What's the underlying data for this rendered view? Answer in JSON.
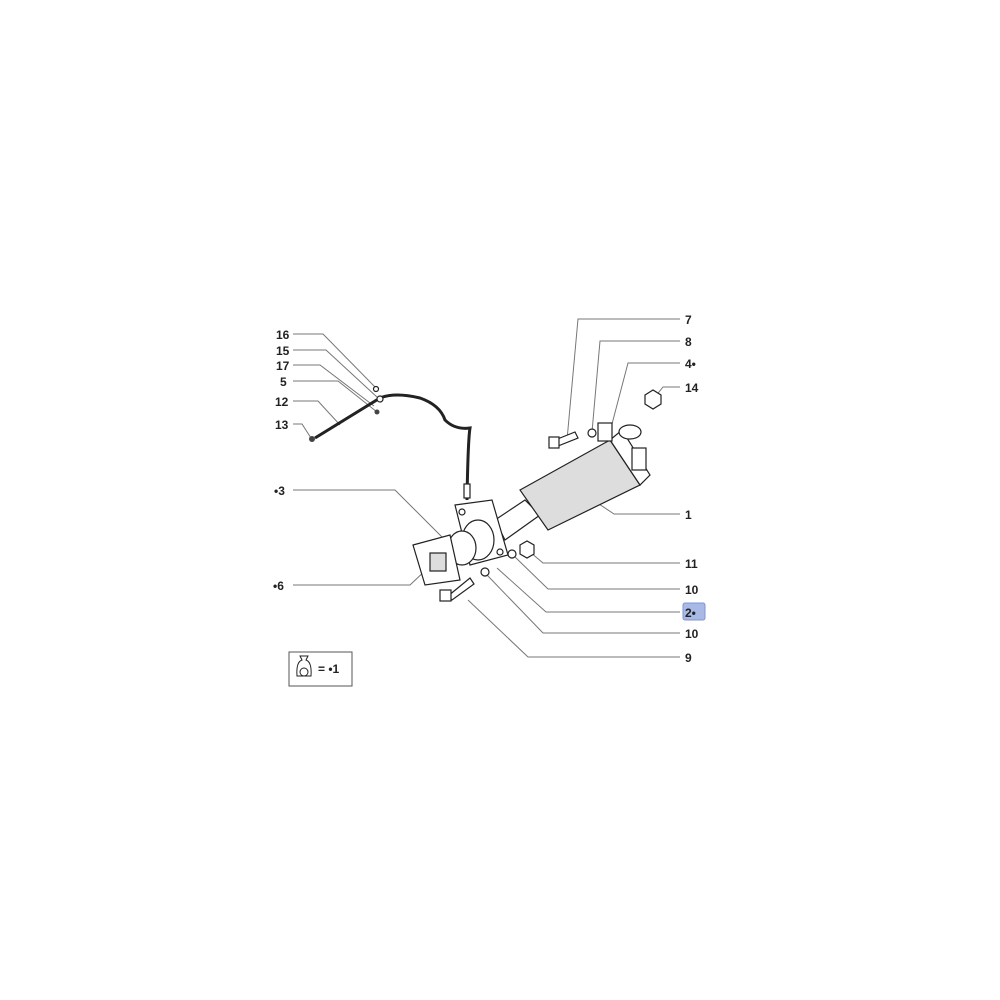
{
  "diagram": {
    "callouts": [
      {
        "id": "c16",
        "text": "16"
      },
      {
        "id": "c15",
        "text": "15"
      },
      {
        "id": "c17",
        "text": "17"
      },
      {
        "id": "c5",
        "text": "5"
      },
      {
        "id": "c12",
        "text": "12"
      },
      {
        "id": "c13",
        "text": "13"
      },
      {
        "id": "c3",
        "text": "•3"
      },
      {
        "id": "c6",
        "text": "•6"
      },
      {
        "id": "c7",
        "text": "7"
      },
      {
        "id": "c8",
        "text": "8"
      },
      {
        "id": "c4",
        "text": "4•"
      },
      {
        "id": "c14",
        "text": "14"
      },
      {
        "id": "c1",
        "text": "1"
      },
      {
        "id": "c11",
        "text": "11"
      },
      {
        "id": "c10a",
        "text": "10"
      },
      {
        "id": "c2",
        "text": "2•",
        "highlighted": true
      },
      {
        "id": "c10b",
        "text": "10"
      },
      {
        "id": "c9",
        "text": "9"
      }
    ],
    "legend": {
      "text": "= •1",
      "icon": "parts-bag-icon"
    },
    "highlight_color": "#a9b9e6"
  }
}
